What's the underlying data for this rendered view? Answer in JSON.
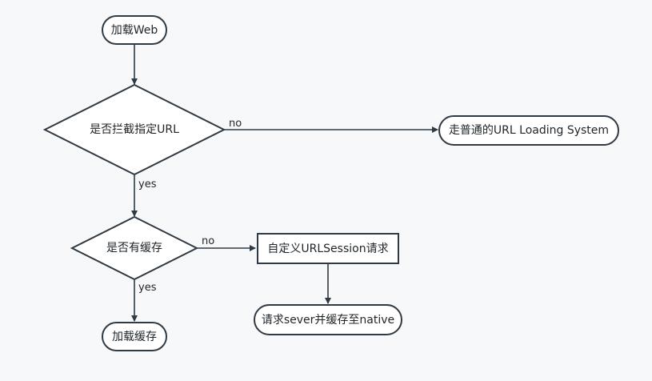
{
  "nodes": {
    "load_web": "加载Web",
    "intercept_check": "是否拦截指定URL",
    "normal_loading": "走普通的URL Loading System",
    "cache_check": "是否有缓存",
    "custom_request": "自定义URLSession请求",
    "load_cache": "加载缓存",
    "request_and_cache": "请求sever并缓存至native"
  },
  "edges": {
    "intercept_no": "no",
    "intercept_yes": "yes",
    "cache_no": "no",
    "cache_yes": "yes"
  },
  "colors": {
    "stroke": "#2f3a44",
    "fill": "#ffffff",
    "background": "#f6f8fa"
  }
}
